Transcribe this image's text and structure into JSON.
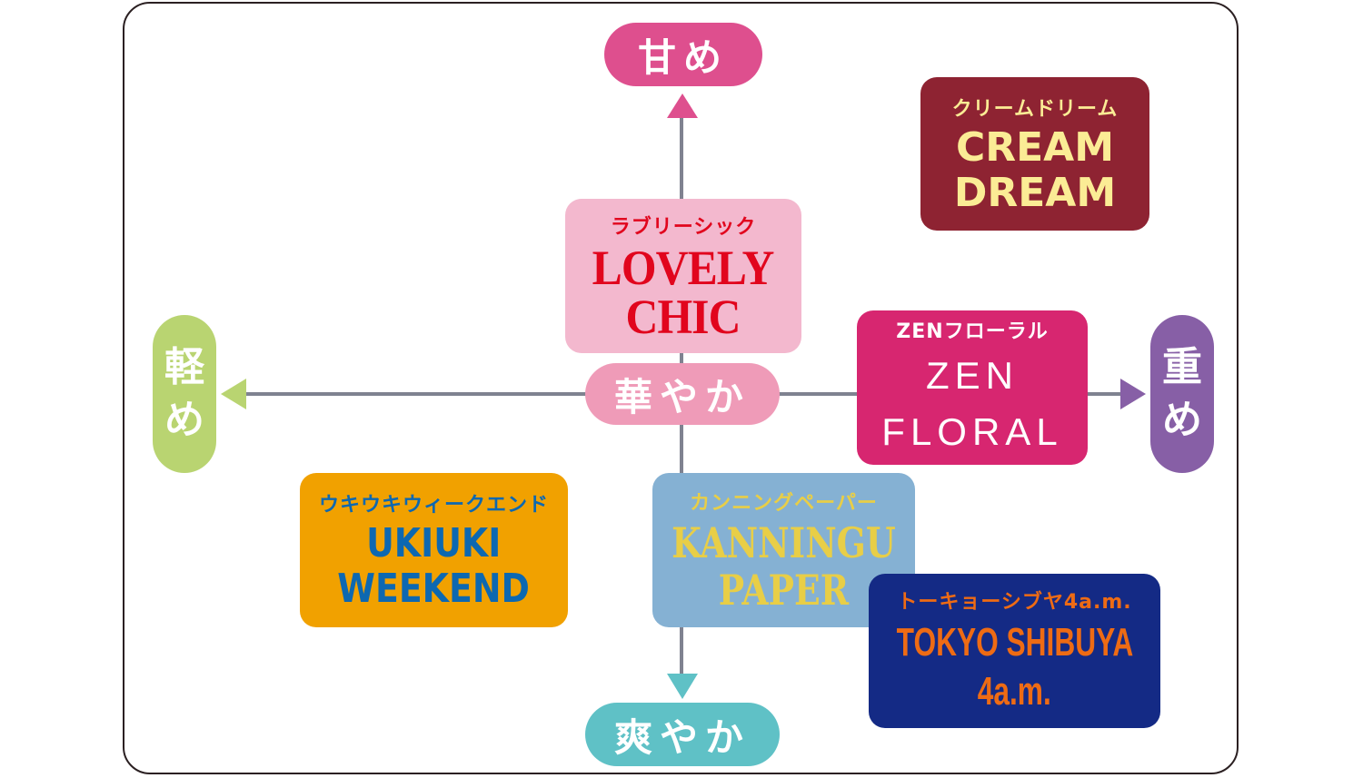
{
  "diagram": {
    "type": "positioning-map",
    "axes": {
      "top": {
        "label": "甘め",
        "color": "#de4f8e"
      },
      "bottom": {
        "label": "爽やか",
        "color": "#5fc1c6"
      },
      "left": {
        "label_line1": "軽",
        "label_line2": "め",
        "label": "軽め",
        "color": "#b9d471"
      },
      "right": {
        "label_line1": "重",
        "label_line2": "め",
        "label": "重め",
        "color": "#875fa6"
      },
      "center": {
        "label": "華やか",
        "color": "#ef9bb8"
      },
      "line_color": "#7f8290"
    },
    "items": [
      {
        "id": "cream-dream",
        "kana": "クリームドリーム",
        "title_line1": "CREAM",
        "title_line2": "DREAM",
        "bg": "#8e2332",
        "fg": "#fbec95",
        "quadrant": "sweet-heavy"
      },
      {
        "id": "lovely-chic",
        "kana": "ラブリーシック",
        "title_line1": "LOVELY",
        "title_line2": "CHIC",
        "bg": "#f3b8ce",
        "fg": "#e1051d",
        "quadrant": "sweet-center"
      },
      {
        "id": "zen-floral",
        "kana": "ZENフローラル",
        "title_line1": "ZEN",
        "title_line2": "FLORAL",
        "bg": "#d72670",
        "fg": "#ffffff",
        "quadrant": "heavy-center"
      },
      {
        "id": "ukiuki-weekend",
        "kana": "ウキウキウィークエンド",
        "title_line1": "UKIUKI",
        "title_line2": "WEEKEND",
        "bg": "#f1a100",
        "fg": "#0d68b1",
        "quadrant": "light-fresh"
      },
      {
        "id": "kanningu-paper",
        "kana": "カンニングペーパー",
        "title_line1": "KANNINGU",
        "title_line2": "PAPER",
        "bg": "#85b1d3",
        "fg": "#e8ce47",
        "quadrant": "fresh-center"
      },
      {
        "id": "tokyo-shibuya",
        "kana": "トーキョーシブヤ4a.m.",
        "title_line1": "TOKYO SHIBUYA",
        "title_line2": "4a.m.",
        "bg": "#142a85",
        "fg": "#ee6b14",
        "quadrant": "heavy-fresh"
      }
    ]
  }
}
